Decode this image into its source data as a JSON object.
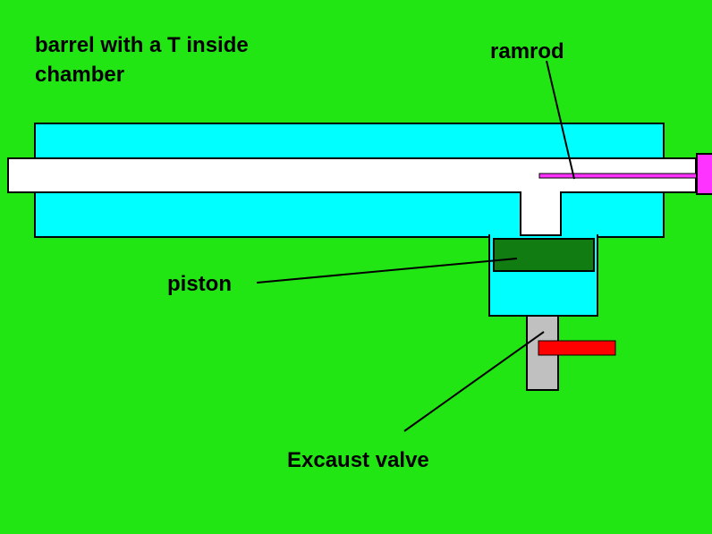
{
  "title": {
    "line1": "barrel with a T inside",
    "line2": "chamber"
  },
  "labels": {
    "ramrod": "ramrod",
    "piston": "piston",
    "exhaust_valve": "Excaust valve"
  },
  "colors": {
    "background": "#22e614",
    "chamber": "#00ffff",
    "barrel_bore": "#ffffff",
    "ramrod": "#ff33ff",
    "piston": "#117c11",
    "valve_body": "#c0c0c0",
    "valve_handle": "#ff0000",
    "outline": "#000000"
  }
}
